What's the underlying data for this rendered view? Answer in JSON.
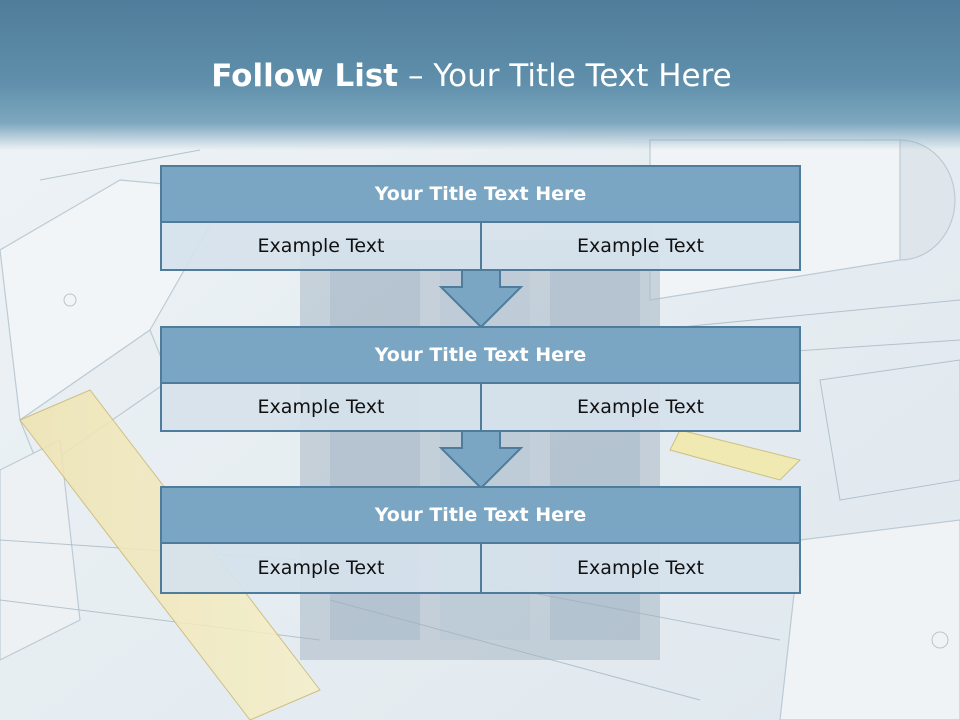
{
  "slide": {
    "title_bold": "Follow List",
    "title_rest": " – Your Title Text Here"
  },
  "steps": [
    {
      "title": "Your Title Text Here",
      "left": "Example Text",
      "right": "Example Text"
    },
    {
      "title": "Your Title Text Here",
      "left": "Example Text",
      "right": "Example Text"
    },
    {
      "title": "Your Title Text Here",
      "left": "Example Text",
      "right": "Example Text"
    }
  ],
  "colors": {
    "header": "#5f8fab",
    "block_title": "#7aa6c3",
    "block_border": "#4d7c9c",
    "cell_bg": "#d6e2eb"
  }
}
